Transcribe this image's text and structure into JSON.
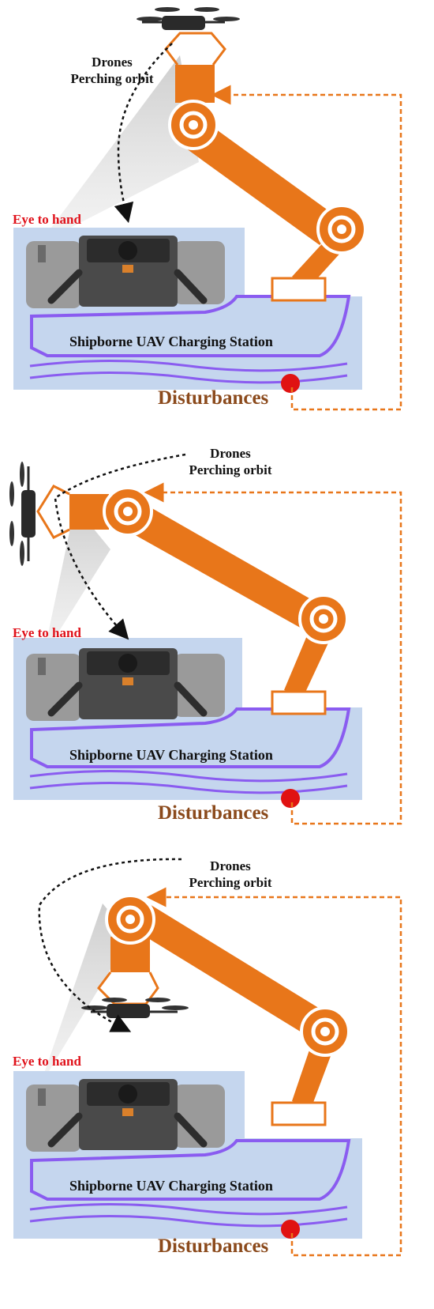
{
  "labels": {
    "drones": "Drones",
    "perching_orbit": "Perching orbit",
    "eye_to_hand": "Eye to hand",
    "station": "Shipborne UAV Charging Station",
    "disturbances": "Disturbances"
  },
  "colors": {
    "arm": "#e8761a",
    "water": "#c5d6ee",
    "ship_outline": "#8a5cf0",
    "camera_red": "#e01212",
    "eye_text": "#e0121b",
    "disturbance_text": "#8b4a1c",
    "feedback_line": "#e8761a"
  },
  "panels": [
    {
      "id": "panel-1",
      "stage": "drone-above"
    },
    {
      "id": "panel-2",
      "stage": "drone-side"
    },
    {
      "id": "panel-3",
      "stage": "drone-perched"
    }
  ]
}
